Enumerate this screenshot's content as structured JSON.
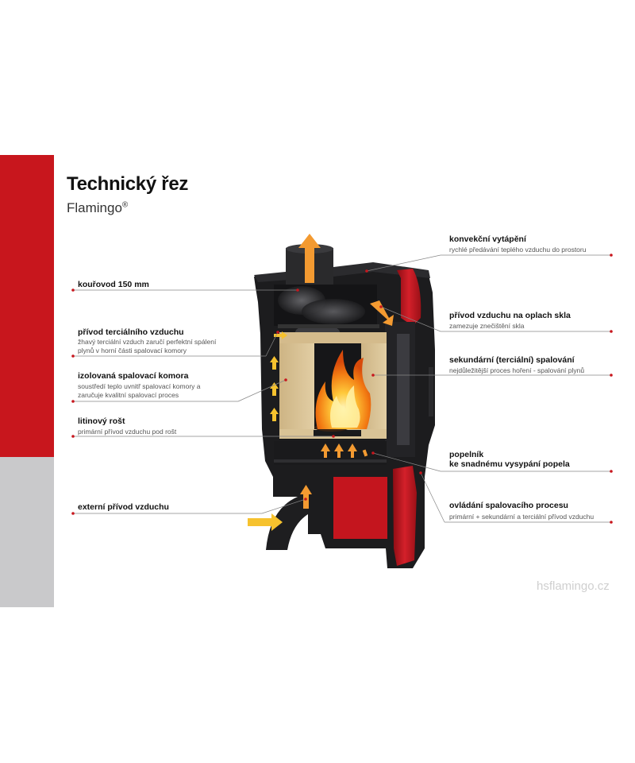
{
  "header": {
    "title": "Technický řez",
    "subtitle": "Flamingo",
    "subtitle_mark": "®"
  },
  "footer": {
    "website": "hsflamingo.cz"
  },
  "colors": {
    "accent_red": "#c8161d",
    "band_grey": "#c9c9cb",
    "stove_body": "#1c1c1e",
    "stove_red": "#c4151e",
    "arrow_orange": "#f39a31",
    "arrow_yellow": "#f6c22e",
    "brick": "#d9c396"
  },
  "labels": {
    "flue": {
      "title": "kouřovod 150 mm"
    },
    "tertiary_air": {
      "title": "přívod terciálního vzduchu",
      "desc1": "žhavý terciální vzduch zaručí perfektní spálení",
      "desc2": "plynů v horní části spalovací komory"
    },
    "insulated_chamber": {
      "title": "izolovaná spalovací komora",
      "desc1": "soustředí teplo uvnitř spalovací komory a",
      "desc2": "zaručuje kvalitní spalovací proces"
    },
    "grate": {
      "title": "litinový rošt",
      "desc": "primární přívod vzduchu pod rošt"
    },
    "external_air": {
      "title": "externí přívod vzduchu"
    },
    "convection": {
      "title": "konvekční vytápění",
      "desc": "rychlé předávání teplého vzduchu do prostoru"
    },
    "glass_air": {
      "title": "přívod vzduchu na oplach skla",
      "desc": "zamezuje znečištění skla"
    },
    "secondary_combustion": {
      "title": "sekundární (terciální) spalování",
      "desc": "nejdůležitější proces hoření - spalování plynů"
    },
    "ash_pan": {
      "title1": "popelník",
      "title2": "ke snadnému vysypání popela"
    },
    "combustion_control": {
      "title": "ovládání spalovacího procesu",
      "desc": "primární + sekundární a terciální přívod vzduchu"
    }
  }
}
